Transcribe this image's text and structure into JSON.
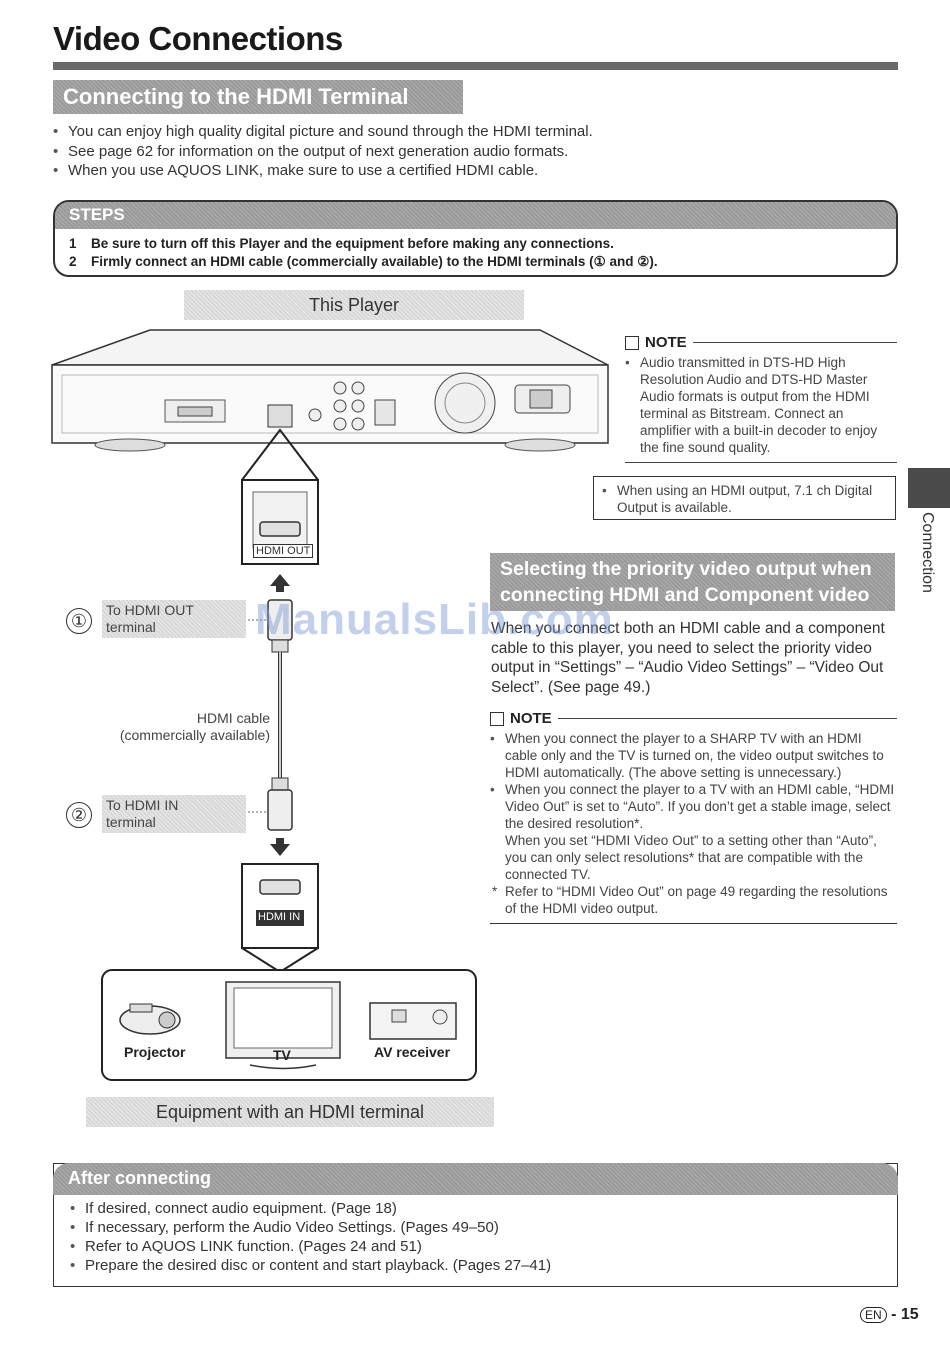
{
  "page": {
    "title": "Video Connections",
    "section_title": "Connecting to the HDMI Terminal",
    "intro": [
      "You can enjoy high quality digital picture and sound through the HDMI terminal.",
      "See page 62 for information on the output of next generation audio formats.",
      "When you use AQUOS LINK, make sure to use a certified HDMI cable."
    ],
    "steps": {
      "label": "STEPS",
      "items": [
        {
          "num": "1",
          "text": "Be sure to turn off this Player and the equipment before making any connections."
        },
        {
          "num": "2",
          "text": "Firmly connect an HDMI cable (commercially available) to the HDMI terminals (① and ②)."
        }
      ]
    },
    "diagram": {
      "this_player": "This Player",
      "hdmi_out": "HDMI OUT",
      "hdmi_in": "HDMI IN",
      "step1_num": "①",
      "step1_label_a": "To HDMI OUT",
      "step1_label_b": "terminal",
      "step2_num": "②",
      "step2_label_a": "To HDMI IN",
      "step2_label_b": "terminal",
      "cable_a": "HDMI cable",
      "cable_b": "(commercially available)",
      "projector": "Projector",
      "tv": "TV",
      "av_receiver": "AV receiver",
      "equipment": "Equipment with an HDMI terminal"
    },
    "note1": {
      "head": "NOTE",
      "items": [
        "Audio transmitted in DTS-HD High Resolution Audio and DTS-HD Master Audio formats is output from the HDMI terminal as Bitstream. Connect an amplifier with a built-in decoder to enjoy the fine sound quality."
      ]
    },
    "boxed_note": "When using an HDMI output, 7.1 ch Digital Output is available.",
    "priority": {
      "heading_a": "Selecting the priority video output when",
      "heading_b": "connecting HDMI and Component video",
      "body": "When you connect both an HDMI cable and a component cable to this player, you need to select the priority video output in “Settings” – “Audio Video Settings” – “Video Out Select”. (See page 49.)"
    },
    "note2": {
      "head": "NOTE",
      "items": [
        "When you connect the player to a SHARP TV with an HDMI cable only and the TV is turned on, the video output switches to HDMI automatically. (The above setting is unnecessary.)",
        "When you connect the player to a TV with an HDMI cable, “HDMI Video Out” is set to “Auto”. If you don’t get a stable image, select the desired resolution*.",
        "When you set “HDMI Video Out” to a setting other than “Auto”, you can only select resolutions* that are compatible with the connected TV."
      ],
      "footnote_mark": "*",
      "footnote": "Refer to “HDMI Video Out” on page 49 regarding the resolutions of the HDMI video output."
    },
    "side_tab": "Connection",
    "after": {
      "label": "After connecting",
      "items": [
        "If desired, connect audio equipment. (Page 18)",
        "If necessary, perform the Audio Video Settings. (Pages 49–50)",
        "Refer to AQUOS LINK function. (Pages 24 and 51)",
        "Prepare the desired disc or content and start playback. (Pages 27–41)"
      ]
    },
    "footer": {
      "lang": "EN",
      "page": "- 15"
    },
    "watermark": "ManualsLib.com"
  }
}
